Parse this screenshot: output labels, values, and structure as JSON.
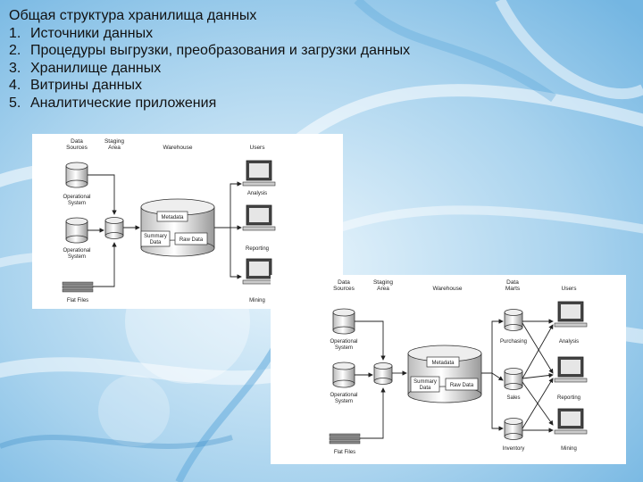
{
  "slide": {
    "title": "Общая структура хранилища данных",
    "items": [
      {
        "num": "1.",
        "text": "Источники данных"
      },
      {
        "num": "2.",
        "text": "Процедуры выгрузки, преобразования и загрузки данных"
      },
      {
        "num": "3.",
        "text": "Хранилище данных"
      },
      {
        "num": "4.",
        "text": "Витрины данных"
      },
      {
        "num": "5.",
        "text": "Аналитические приложения"
      }
    ]
  },
  "diagram1": {
    "col_sources": [
      "Data",
      "Sources"
    ],
    "col_staging": [
      "Staging",
      "Area"
    ],
    "col_warehouse": "Warehouse",
    "col_users": "Users",
    "source_1": [
      "Operational",
      "System"
    ],
    "source_2": [
      "Operational",
      "System"
    ],
    "source_3": "Flat Files",
    "metadata": "Metadata",
    "summary": [
      "Summary",
      "Data"
    ],
    "raw": "Raw Data",
    "user_1": "Analysis",
    "user_2": "Reporting",
    "user_3": "Mining"
  },
  "diagram2": {
    "col_sources": [
      "Data",
      "Sources"
    ],
    "col_staging": [
      "Staging",
      "Area"
    ],
    "col_warehouse": "Warehouse",
    "col_marts": [
      "Data",
      "Marts"
    ],
    "col_users": "Users",
    "source_1": [
      "Operational",
      "System"
    ],
    "source_2": [
      "Operational",
      "System"
    ],
    "source_3": "Flat Files",
    "metadata": "Metadata",
    "summary": [
      "Summary",
      "Data"
    ],
    "raw": "Raw Data",
    "mart_1": "Purchasing",
    "mart_2": "Sales",
    "mart_3": "Inventory",
    "user_1": "Analysis",
    "user_2": "Reporting",
    "user_3": "Mining"
  }
}
